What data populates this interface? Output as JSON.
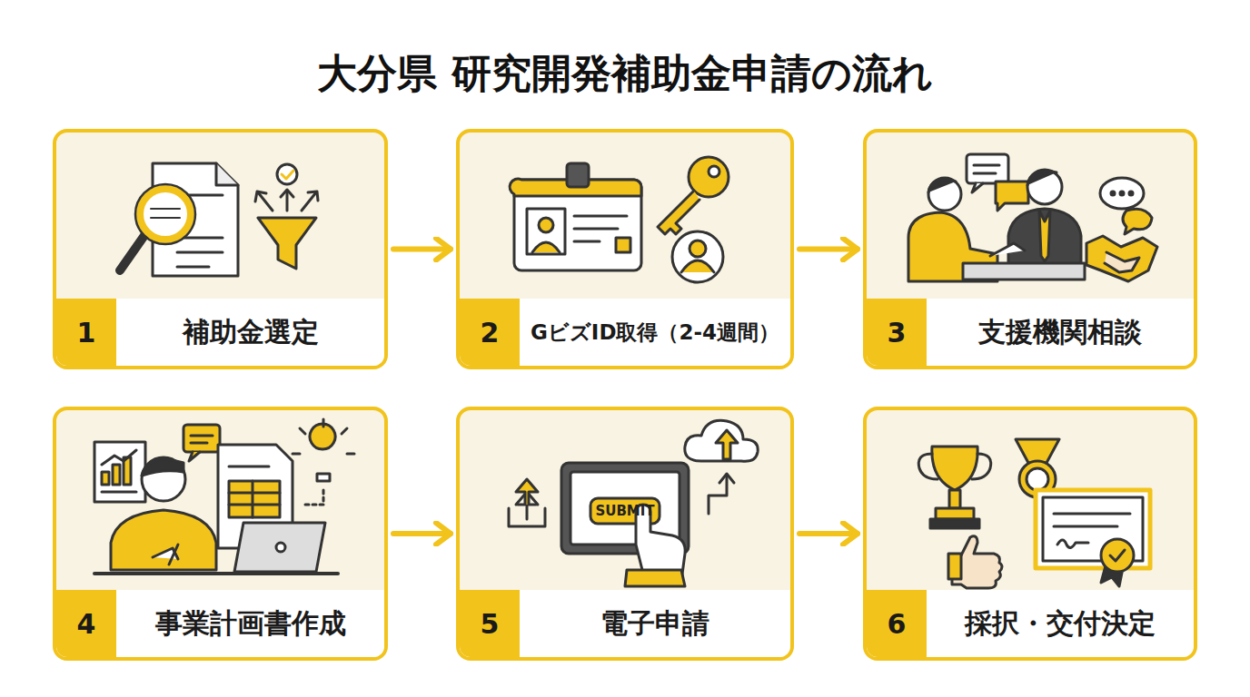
{
  "diagram": {
    "title": "大分県 研究開発補助金申請の流れ",
    "nodes": [
      {
        "text": [
          "1",
          "補助金選定"
        ]
      },
      {
        "text": [
          "2",
          "GビズID取得（2-4週間）"
        ]
      },
      {
        "text": [
          "3",
          "支援機関相談"
        ]
      },
      {
        "text": [
          "4",
          "事業計画書作成"
        ]
      },
      {
        "text": [
          "5",
          "電子申請"
        ]
      },
      {
        "text": [
          "6",
          "採択・交付決定"
        ]
      }
    ],
    "edges": [
      {
        "from": 0,
        "to": 1,
        "arrow": "to"
      },
      {
        "from": 1,
        "to": 2,
        "arrow": "to"
      },
      {
        "from": 3,
        "to": 4,
        "arrow": "to"
      },
      {
        "from": 4,
        "to": 5,
        "arrow": "to"
      }
    ],
    "labels": [
      "SUBMIT"
    ]
  }
}
